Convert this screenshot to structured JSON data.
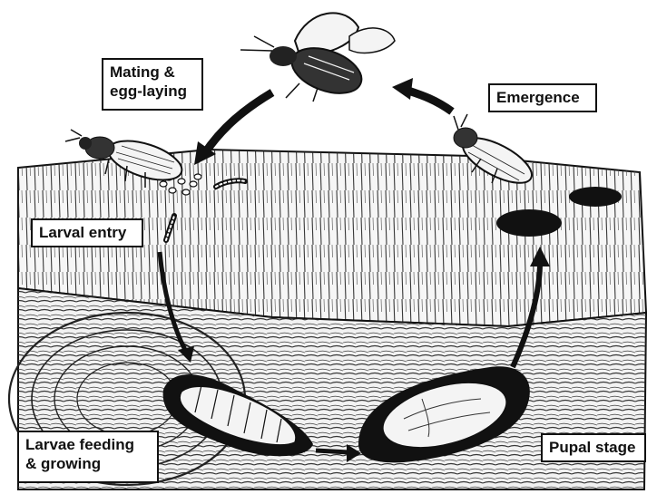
{
  "diagram": {
    "stages": [
      {
        "id": "mating",
        "lines": [
          "Mating &",
          "egg-laying"
        ]
      },
      {
        "id": "emergence",
        "lines": [
          "Emergence"
        ]
      },
      {
        "id": "larval_entry",
        "lines": [
          "Larval entry"
        ]
      },
      {
        "id": "feeding",
        "lines": [
          "Larvae feeding",
          "& growing"
        ]
      },
      {
        "id": "pupal",
        "lines": [
          "Pupal stage"
        ]
      }
    ],
    "colors": {
      "ink": "#111111",
      "background": "#ffffff",
      "wood_light": "#f4f4f4"
    }
  }
}
